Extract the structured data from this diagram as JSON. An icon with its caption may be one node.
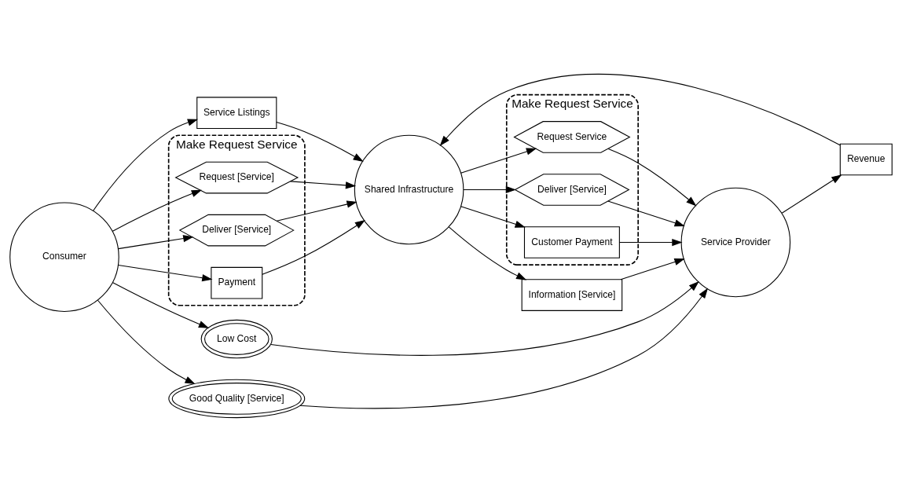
{
  "diagram": {
    "nodes": [
      {
        "text": [
          "Consumer"
        ]
      },
      {
        "text": [
          "Service Listings"
        ]
      },
      {
        "text": [
          "Make Request Service"
        ]
      },
      {
        "text": [
          "Request [Service]"
        ],
        "in": 2
      },
      {
        "text": [
          "Deliver [Service]"
        ],
        "in": 2
      },
      {
        "text": [
          "Payment"
        ],
        "in": 2
      },
      {
        "text": [
          "Shared Infrastructure"
        ]
      },
      {
        "text": [
          "Information [Service]"
        ]
      },
      {
        "text": [
          "Make Request Service"
        ]
      },
      {
        "text": [
          "Request Service"
        ],
        "in": 8
      },
      {
        "text": [
          "Deliver [Service]"
        ],
        "in": 8
      },
      {
        "text": [
          "Customer Payment"
        ],
        "in": 8
      },
      {
        "text": [
          "Service Provider"
        ]
      },
      {
        "text": [
          "Revenue"
        ]
      },
      {
        "text": [
          "Low Cost"
        ]
      },
      {
        "text": [
          "Good Quality [Service]"
        ]
      }
    ],
    "edges": [
      {
        "from": 0,
        "to": 1,
        "arrow": "to"
      },
      {
        "from": 1,
        "to": 6,
        "arrow": "to"
      },
      {
        "from": 0,
        "to": 3,
        "arrow": "to"
      },
      {
        "from": 0,
        "to": 4,
        "arrow": "to"
      },
      {
        "from": 0,
        "to": 5,
        "arrow": "to"
      },
      {
        "from": 3,
        "to": 6,
        "arrow": "to"
      },
      {
        "from": 4,
        "to": 6,
        "arrow": "to"
      },
      {
        "from": 5,
        "to": 6,
        "arrow": "to"
      },
      {
        "from": 6,
        "to": 7,
        "arrow": "to"
      },
      {
        "from": 7,
        "to": 12,
        "arrow": "to"
      },
      {
        "from": 6,
        "to": 9,
        "arrow": "to"
      },
      {
        "from": 6,
        "to": 10,
        "arrow": "to"
      },
      {
        "from": 6,
        "to": 11,
        "arrow": "to"
      },
      {
        "from": 9,
        "to": 12,
        "arrow": "to"
      },
      {
        "from": 10,
        "to": 12,
        "arrow": "to"
      },
      {
        "from": 11,
        "to": 12,
        "arrow": "to"
      },
      {
        "from": 12,
        "to": 13,
        "arrow": "to"
      },
      {
        "from": 13,
        "to": 6,
        "arrow": "to"
      },
      {
        "from": 0,
        "to": 14,
        "arrow": "to"
      },
      {
        "from": 14,
        "to": 12,
        "arrow": "to"
      },
      {
        "from": 0,
        "to": 15,
        "arrow": "to"
      },
      {
        "from": 15,
        "to": 12,
        "arrow": "to"
      }
    ]
  }
}
